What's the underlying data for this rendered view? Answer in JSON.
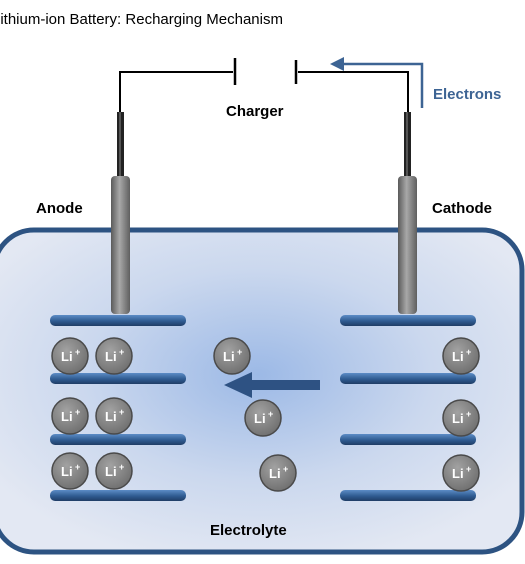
{
  "title": "Lithium-ion Battery: Recharging Mechanism",
  "labels": {
    "charger": "Charger",
    "electrons": "Electrons",
    "anode": "Anode",
    "cathode": "Cathode",
    "electrolyte": "Electrolyte"
  },
  "ion": {
    "symbol": "Li",
    "charge": "+"
  },
  "colors": {
    "electron_arrow": "#3d6494",
    "ion_arrow": "#2e5283",
    "container_border": "#2d5382",
    "plate": "#3f6ea6",
    "ion_fill": "#808080"
  },
  "arrows": {
    "electron_flow_direction": "toward-anode",
    "ion_flow_direction": "cathode-to-anode"
  }
}
